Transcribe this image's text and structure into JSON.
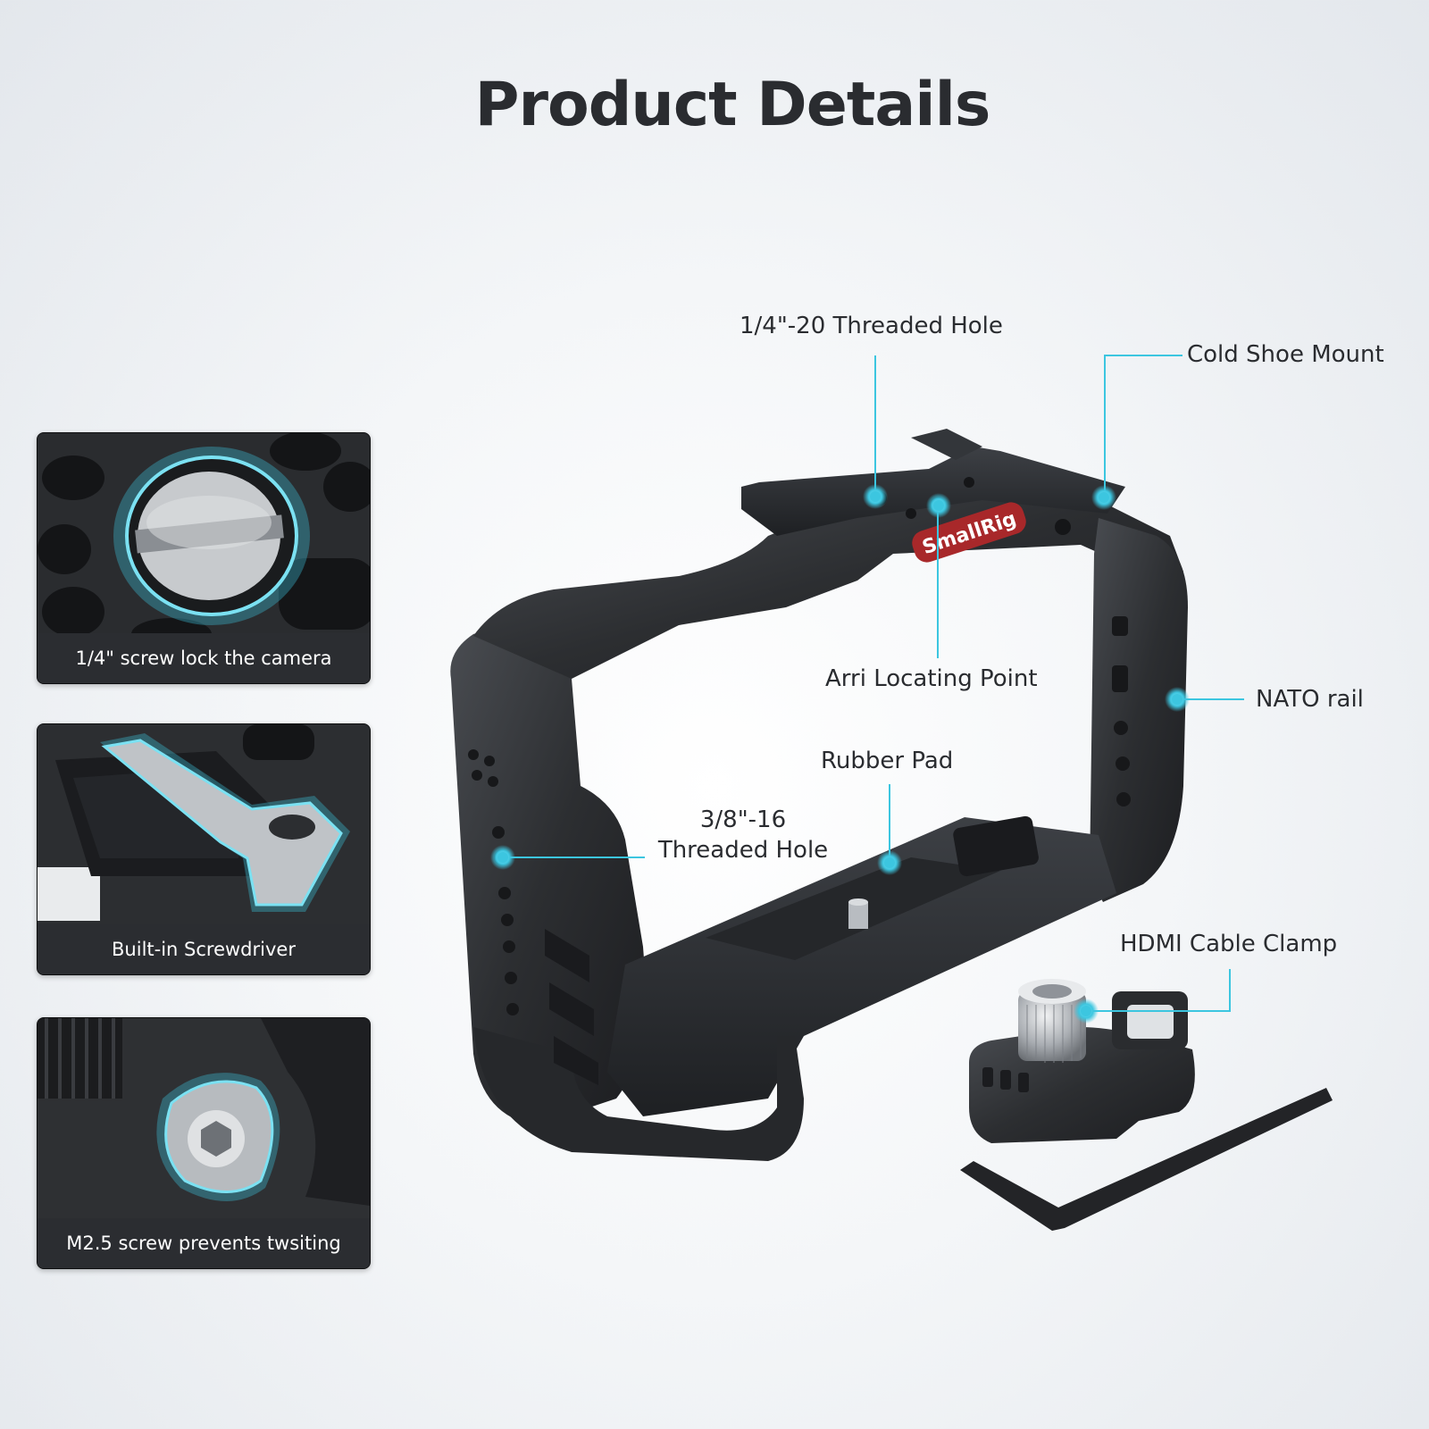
{
  "page": {
    "title": "Product Details"
  },
  "callouts": {
    "threaded_hole_14": "1/4\"-20 Threaded Hole",
    "cold_shoe": "Cold Shoe Mount",
    "arri": "Arri Locating Point",
    "nato": "NATO rail",
    "rubber_pad": "Rubber Pad",
    "threaded_hole_38_line1": "3/8\"-16",
    "threaded_hole_38_line2": "Threaded Hole",
    "hdmi": "HDMI Cable Clamp"
  },
  "brand": {
    "logo_text": "SmallRig"
  },
  "panels": [
    {
      "caption": "1/4\" screw lock the camera"
    },
    {
      "caption": "Built-in Screwdriver"
    },
    {
      "caption": "M2.5 screw prevents twsiting"
    }
  ],
  "colors": {
    "accent": "#3cc6e0",
    "title": "#2a2c30",
    "cage_metal": "#2c2e31",
    "logo_red": "#a8282a",
    "panel_caption_bg": "#2b2d31"
  }
}
